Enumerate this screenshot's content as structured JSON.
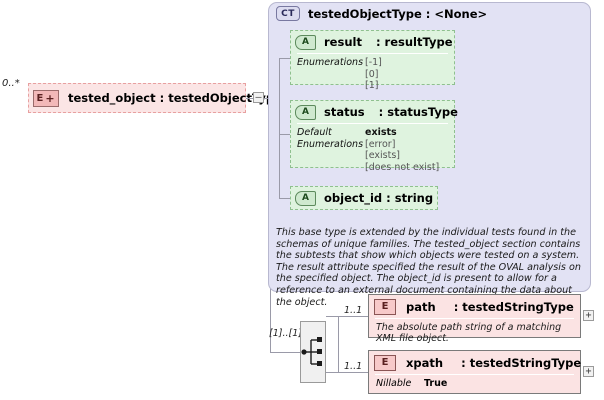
{
  "diagram": {
    "root_element": {
      "occurs": "0..*",
      "icon": "element-expand-icon",
      "icon_text": "E",
      "icon_plus": "+",
      "label": "tested_object : testedObjectType",
      "collapse_toggle": "–"
    },
    "complex_type": {
      "icon_text": "CT",
      "title": "testedObjectType : <None>",
      "attributes": [
        {
          "icon_text": "A",
          "name": "result",
          "type": ": resultType",
          "facets": [
            {
              "label": "Enumerations",
              "values": [
                "[-1]",
                "[0]",
                "[1]"
              ]
            }
          ]
        },
        {
          "icon_text": "A",
          "name": "status",
          "type": ": statusType",
          "facets": [
            {
              "label": "Default",
              "values": [
                "exists"
              ]
            },
            {
              "label": "Enumerations",
              "values": [
                "[error]",
                "[exists]",
                "[does not exist]"
              ]
            }
          ]
        },
        {
          "icon_text": "A",
          "name": "object_id : string",
          "type": "",
          "facets": []
        }
      ],
      "documentation": "This base type is extended by the individual tests found in the schemas of unique families.  The tested_object section contains the subtests that show which objects were tested on a system. The result attribute specified the result of the OVAL analysis on the specified object. The object_id is present to allow for a reference to an external document containing the data about the object."
    },
    "sequence": {
      "occurs": "[1]..[1]",
      "icon": "sequence-connector-icon"
    },
    "child_elements": [
      {
        "occurs": "1..1",
        "icon_text": "E",
        "name": "path",
        "type": ": testedStringType",
        "doc": "The absolute path string of a matching XML file object.",
        "facet_label": "",
        "facet_value": "",
        "expand_toggle": "+"
      },
      {
        "occurs": "1..1",
        "icon_text": "E",
        "name": "xpath",
        "type": ": testedStringType",
        "doc": "",
        "facet_label": "Nillable",
        "facet_value": "True",
        "expand_toggle": "+"
      }
    ]
  },
  "colors": {
    "panel_bg": "#e2e2f4",
    "attribute_bg": "#dff3df",
    "element_bg": "#fbe3e3",
    "root_bg": "#fbe5e5",
    "line": "#9a9aa8"
  }
}
